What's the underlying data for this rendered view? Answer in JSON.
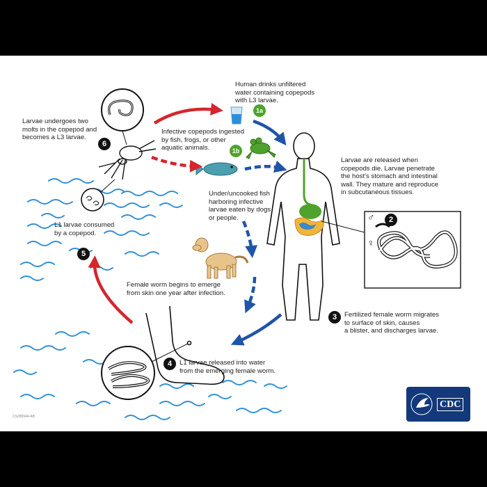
{
  "steps": {
    "s1a": {
      "badge": "1a",
      "text": "Human drinks unfiltered\nwater containing copepods\nwith L3 larvae."
    },
    "s1b": {
      "badge": "1b",
      "text": "Infective copepods ingested\nby fish, frogs, or other\naquatic animals."
    },
    "s1b_fish": {
      "text": "Under/uncooked fish\nharboring infective\nlarvae eaten by dogs\nor people."
    },
    "s2": {
      "badge": "2",
      "text": "Larvae are released when\ncopepods die. Larvae penetrate\nthe host's stomach and intestinal\nwall.  They mature and reproduce\nin subcutaneous tissues."
    },
    "s3": {
      "badge": "3",
      "text": "Fertilized female worm migrates\nto surface of skin, causes\na blister, and discharges larvae."
    },
    "s4": {
      "badge": "4",
      "text": "L1 larvae released into water\nfrom the emerging female worm."
    },
    "s4_emerge": {
      "text": "Female worm begins to emerge\nfrom skin one year after infection."
    },
    "s5": {
      "badge": "5",
      "text": "L1 larvae consumed\nby a copepod."
    },
    "s6": {
      "badge": "6",
      "text": "Larvae undergoes two\nmolts in the copepod and\nbecomes a L3 larvae."
    }
  },
  "sex_symbols": {
    "male": "♂",
    "female": "♀"
  },
  "logo": {
    "text": "CDC"
  },
  "doc_id": "CS289944-AB",
  "colors": {
    "red_arrow": "#d4262d",
    "blue_arrow": "#1e55a8",
    "water": "#2f8fd6",
    "gut": "#4fa32c",
    "logo_bg": "#13397a"
  }
}
